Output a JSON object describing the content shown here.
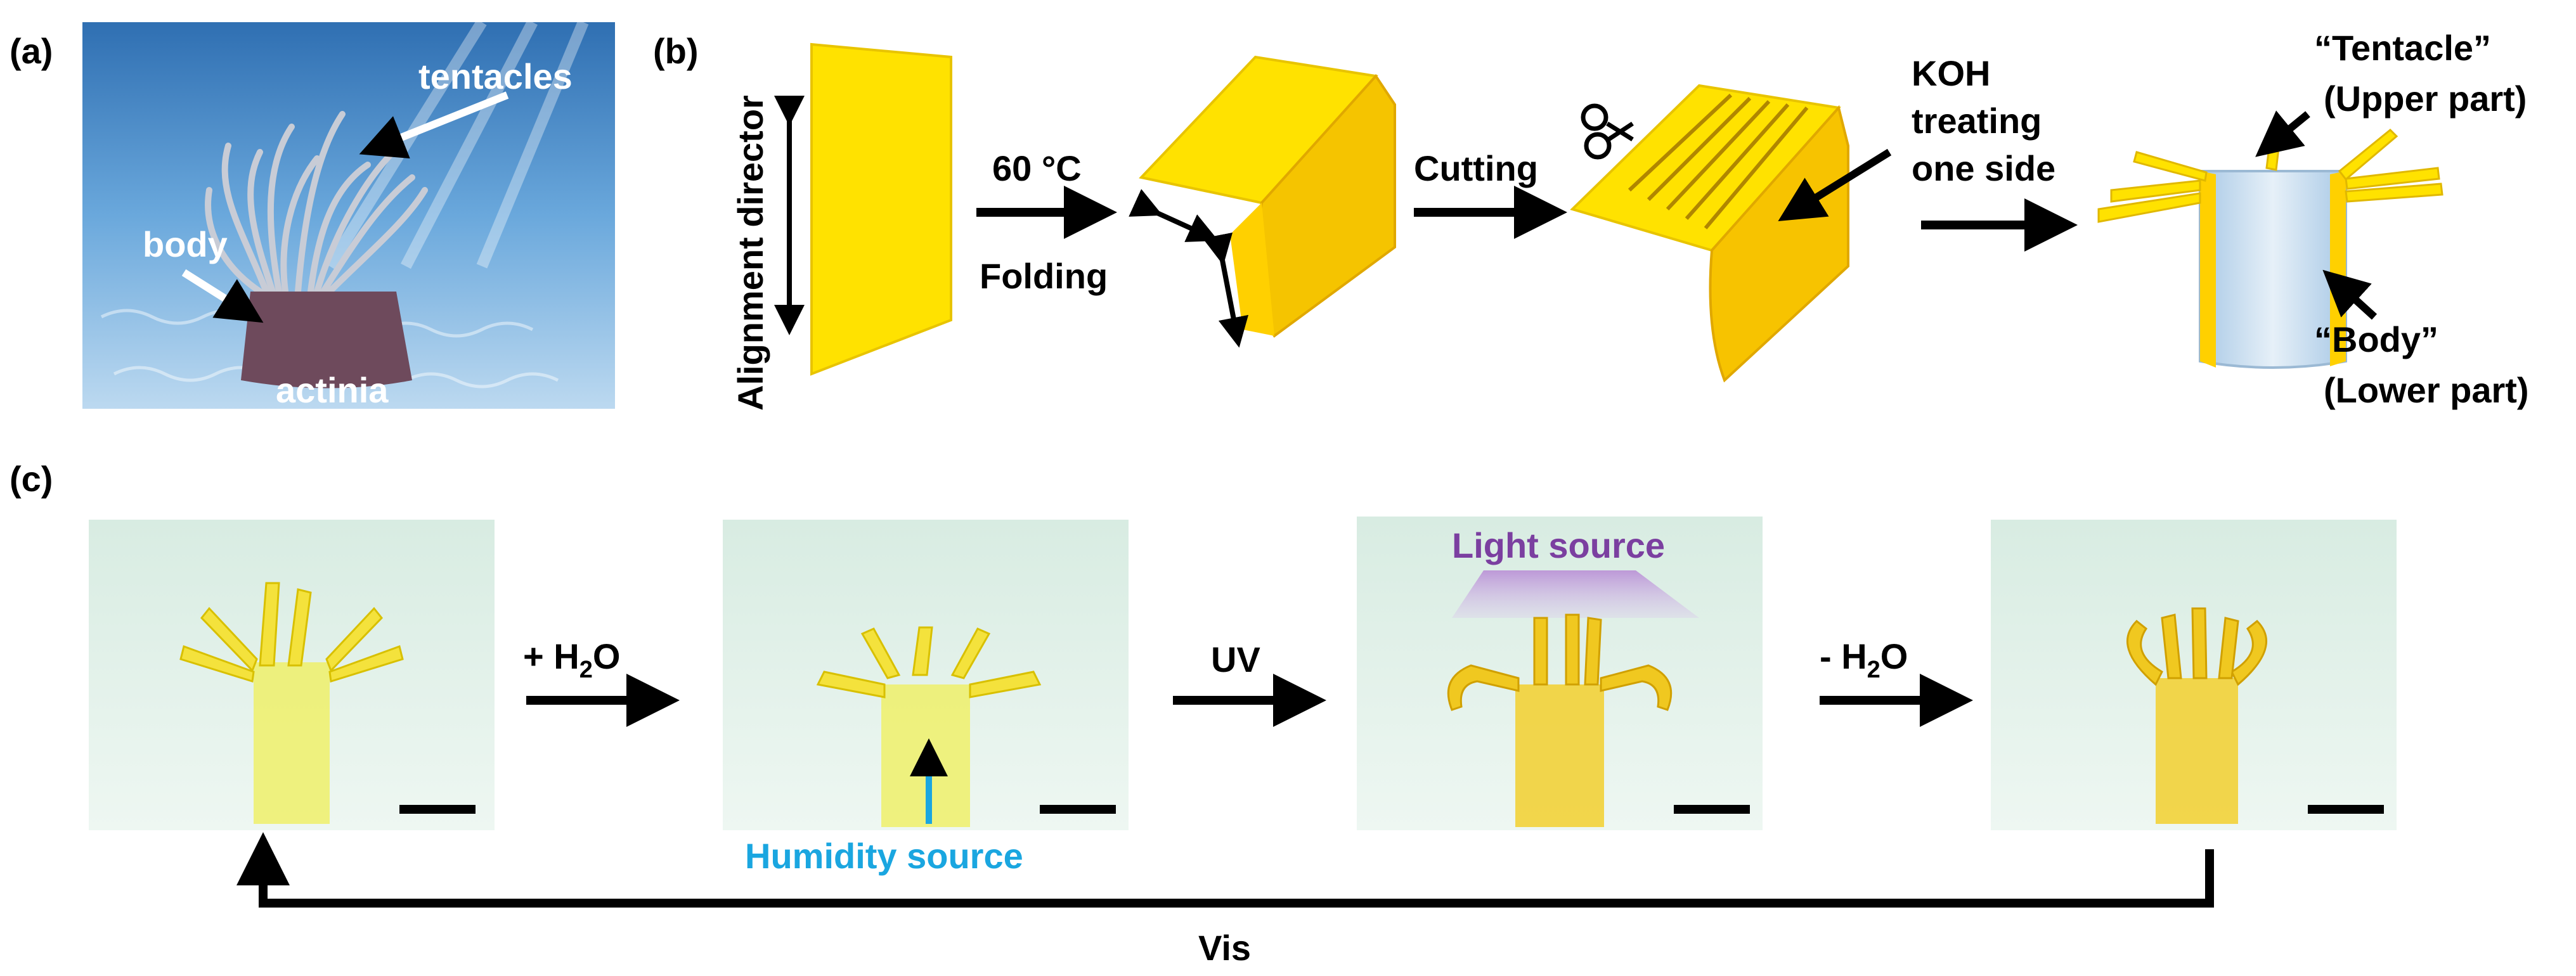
{
  "panels": {
    "a": {
      "label": "(a)",
      "tentacles": "tentacles",
      "body": "body",
      "actinia": "actinia"
    },
    "b": {
      "label": "(b)",
      "alignment": "Alignment director",
      "temp": "60 °C",
      "folding": "Folding",
      "cutting": "Cutting",
      "koh1": "KOH",
      "koh2": "treating",
      "koh3": "one side",
      "tentacle": "“Tentacle”",
      "upper": "(Upper part)",
      "body": "“Body”",
      "lower": "(Lower part)"
    },
    "c": {
      "label": "(c)",
      "add_h2o_pre": "+ H",
      "add_h2o_sub": "2",
      "add_h2o_post": "O",
      "uv": "UV",
      "light_source": "Light source",
      "remove_h2o_pre": "- H",
      "remove_h2o_sub": "2",
      "remove_h2o_post": "O",
      "humidity_source": "Humidity source",
      "vis": "Vis"
    }
  },
  "colors": {
    "film_yellow": "#ffe200",
    "film_shade": "#f2b400",
    "water_blue": "#5b9ed6",
    "photo_bg": "#e4f2ea",
    "light_purple": "#7b3fa0",
    "humidity_blue": "#1aa6e0",
    "body_purple": "#6e4a5c"
  },
  "icons": [
    "scissors-icon",
    "arrow-icon",
    "double-arrow-icon",
    "scale-bar"
  ]
}
